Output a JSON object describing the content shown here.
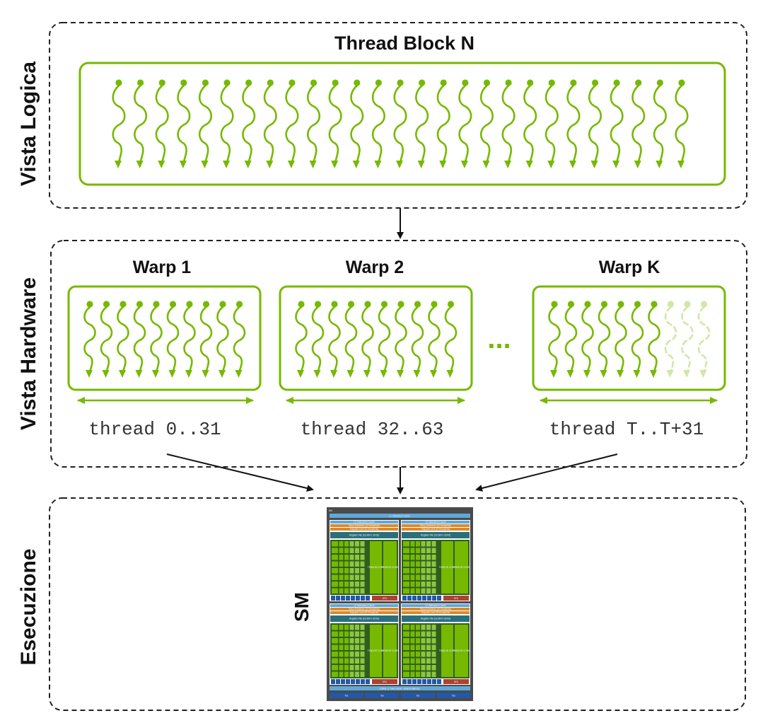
{
  "views": {
    "logical": {
      "label": "Vista Logica"
    },
    "hardware": {
      "label": "Vista Hardware"
    },
    "execution": {
      "label": "Esecuzione"
    }
  },
  "thread_block": {
    "title": "Thread Block N",
    "thread_count": 27
  },
  "warps": [
    {
      "title": "Warp 1",
      "range": "thread 0..31",
      "thread_count": 10,
      "inactive_count": 0
    },
    {
      "title": "Warp 2",
      "range": "thread 32..63",
      "thread_count": 10,
      "inactive_count": 0
    },
    {
      "title": "Warp K",
      "range": "thread T..T+31",
      "thread_count": 10,
      "inactive_count": 3
    }
  ],
  "ellipsis": "...",
  "sm": {
    "label": "SM",
    "header": "SM",
    "l0_cache": "L1 Instruction Cache",
    "partition": {
      "icache": "L0 Instruction Cache",
      "scheduler": "Warp Scheduler (32 thread/clk)",
      "dispatch": "Dispatch Unit (32 thread/clk)",
      "register": "Register File (16,384 x 32-bit)",
      "tensor": "TENSOR CORE",
      "sfu": "SFU"
    },
    "l1_data": "128KB L1 Data Cache / Shared Memory",
    "tex": [
      "Tex",
      "Tex",
      "Tex",
      "Tex"
    ]
  },
  "colors": {
    "green": "#76b900",
    "green_faded": "#cfe8a6",
    "dash_border": "#222222",
    "sm_frame": "#4a4a4a",
    "sm_blue": "#5fa8d8",
    "sm_orange": "#d98a2b",
    "sm_teal": "#2b6f7c",
    "sm_red": "#b0402f",
    "sm_dark_blue": "#2358a6"
  }
}
